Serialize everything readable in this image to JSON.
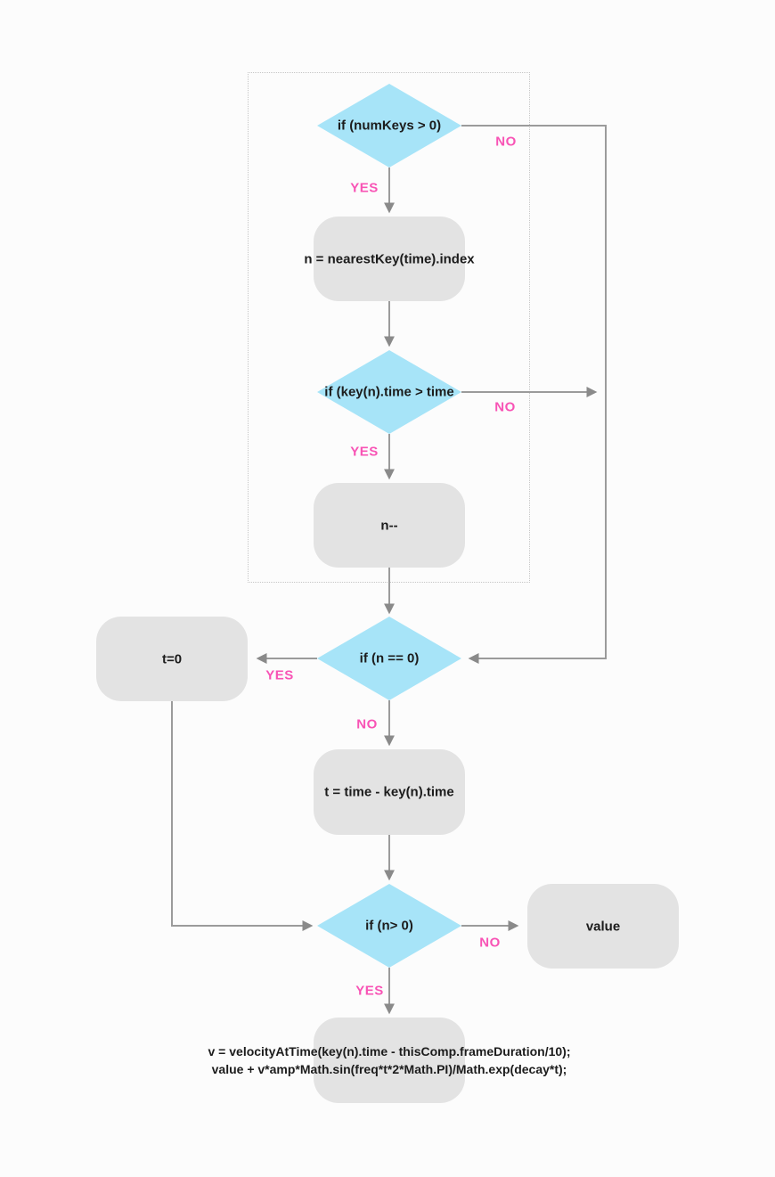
{
  "title": "keyframe bounce expression flowchart",
  "colors": {
    "bg": "#fcfcfc",
    "diamond": "#a7e4f8",
    "box": "#e3e3e3",
    "line": "#9b9b9b",
    "arrow": "#8a8a8a",
    "pink": "#f853b5",
    "ink": "#1c1c1c",
    "frame": "#c6c6c6"
  },
  "nodes": {
    "d1": {
      "label": "if (numKeys > 0)"
    },
    "r1": {
      "label": "n = nearestKey(time).index"
    },
    "d2": {
      "label": "if (key(n).time > time"
    },
    "r2": {
      "label": "n--"
    },
    "d3": {
      "label": "if (n == 0)"
    },
    "t0": {
      "label": "t=0"
    },
    "r3": {
      "label": "t = time - key(n).time"
    },
    "d4": {
      "label": "if (n> 0)"
    },
    "value": {
      "label": "value"
    },
    "code": {
      "line1": "v = velocityAtTime(key(n).time - thisComp.frameDuration/10);",
      "line2": "value + v*amp*Math.sin(freq*t*2*Math.PI)/Math.exp(decay*t);"
    }
  },
  "edge_labels": {
    "d1_yes": "YES",
    "d1_no": "NO",
    "d2_yes": "YES",
    "d2_no": "NO",
    "d3_yes": "YES",
    "d3_no": "NO",
    "d4_yes": "YES",
    "d4_no": "NO"
  }
}
